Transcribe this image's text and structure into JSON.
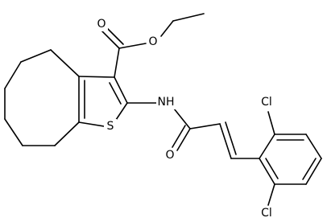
{
  "molecule": {
    "atoms": {
      "carbonyl_o_ester": "O",
      "ester_o": "O",
      "nh": "NH",
      "s": "S",
      "amide_o": "O",
      "cl_top": "Cl",
      "cl_bottom": "Cl"
    }
  }
}
